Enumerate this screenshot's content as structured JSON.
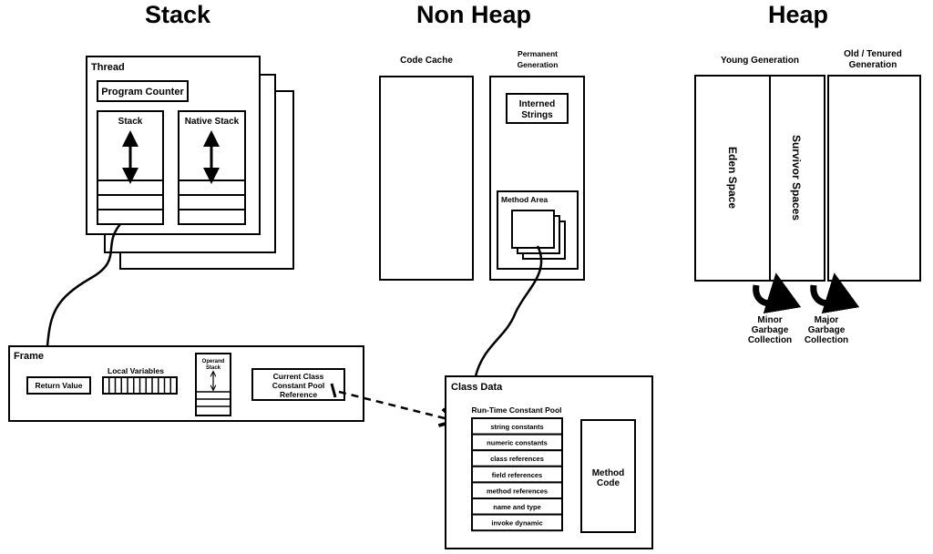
{
  "sections": {
    "stack": "Stack",
    "non_heap": "Non Heap",
    "heap": "Heap"
  },
  "thread": {
    "title": "Thread",
    "program_counter": "Program Counter",
    "stack": "Stack",
    "native_stack": "Native Stack"
  },
  "non_heap": {
    "code_cache": "Code Cache",
    "permanent_generation": [
      "Permanent",
      "Generation"
    ],
    "interned_strings": [
      "Interned",
      "Strings"
    ],
    "method_area": "Method Area"
  },
  "heap": {
    "young_generation": "Young Generation",
    "old_generation": [
      "Old / Tenured",
      "Generation"
    ],
    "eden_space": "Eden Space",
    "survivor_spaces": "Survivor Spaces",
    "minor_gc": [
      "Minor",
      "Garbage",
      "Collection"
    ],
    "major_gc": [
      "Major",
      "Garbage",
      "Collection"
    ]
  },
  "frame": {
    "title": "Frame",
    "return_value": "Return Value",
    "local_variables": "Local Variables",
    "operand_stack": [
      "Operand",
      "Stack"
    ],
    "constant_pool_ref": [
      "Current Class",
      "Constant Pool",
      "Reference"
    ]
  },
  "class_data": {
    "title": "Class Data",
    "runtime_constant_pool": "Run-Time Constant Pool",
    "pool_items": [
      "string constants",
      "numeric constants",
      "class references",
      "field references",
      "method references",
      "name and type",
      "invoke dynamic"
    ],
    "method_code": [
      "Method",
      "Code"
    ]
  }
}
